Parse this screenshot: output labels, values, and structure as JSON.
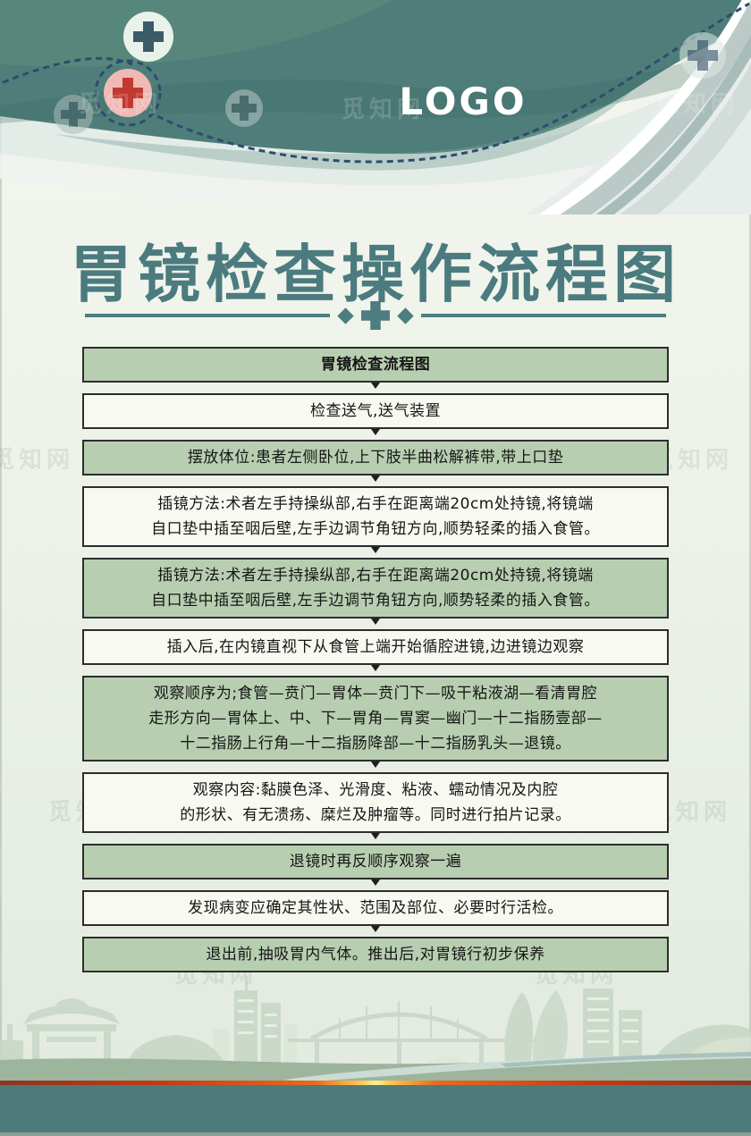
{
  "header": {
    "logo": "LOGO"
  },
  "watermark": {
    "text": "觅知网"
  },
  "title": "胃镜检查操作流程图",
  "flowchart": {
    "steps": [
      {
        "variant": "green",
        "bold": true,
        "lines": [
          "胃镜检查流程图"
        ]
      },
      {
        "variant": "white",
        "bold": false,
        "lines": [
          "检查送气,送气装置"
        ]
      },
      {
        "variant": "green",
        "bold": false,
        "lines": [
          "摆放体位:患者左侧卧位,上下肢半曲松解裤带,带上口垫"
        ]
      },
      {
        "variant": "white",
        "bold": false,
        "lines": [
          "插镜方法:术者左手持操纵部,右手在距离端20cm处持镜,将镜端",
          "自口垫中插至咽后壁,左手边调节角钮方向,顺势轻柔的插入食管。"
        ]
      },
      {
        "variant": "green",
        "bold": false,
        "lines": [
          "插镜方法:术者左手持操纵部,右手在距离端20cm处持镜,将镜端",
          "自口垫中插至咽后壁,左手边调节角钮方向,顺势轻柔的插入食管。"
        ]
      },
      {
        "variant": "white",
        "bold": false,
        "lines": [
          "插入后,在内镜直视下从食管上端开始循腔进镜,边进镜边观察"
        ]
      },
      {
        "variant": "green",
        "bold": false,
        "lines": [
          "观察顺序为;食管—贲门—胃体—贲门下—吸干粘液湖—看清胃腔",
          "走形方向—胃体上、中、下—胃角—胃窦—幽门—十二指肠壹部—",
          "十二指肠上行角—十二指肠降部—十二指肠乳头—退镜。"
        ]
      },
      {
        "variant": "white",
        "bold": false,
        "lines": [
          "观察内容:黏膜色泽、光滑度、粘液、蠕动情况及内腔",
          "的形状、有无溃疡、糜烂及肿瘤等。同时进行拍片记录。"
        ]
      },
      {
        "variant": "green",
        "bold": false,
        "lines": [
          "退镜时再反顺序观察一遍"
        ]
      },
      {
        "variant": "white",
        "bold": false,
        "lines": [
          "发现病变应确定其性状、范围及部位、必要时行活检。"
        ]
      },
      {
        "variant": "green",
        "bold": false,
        "lines": [
          "退出前,抽吸胃内气体。推出后,对胃镜行初步保养"
        ]
      }
    ]
  },
  "colors": {
    "accent_teal": "#4d7d80",
    "header_teal": "#4f7e7a",
    "box_green": "#b7cfb0",
    "box_white": "#f8faf2",
    "box_border": "#2d2d2d",
    "footer_band": "#4d7b79",
    "glow_red": "#c03818",
    "glow_yellow": "#ffee9b",
    "cross_pink": "#f0b9b3",
    "cross_red": "#c13a31"
  }
}
